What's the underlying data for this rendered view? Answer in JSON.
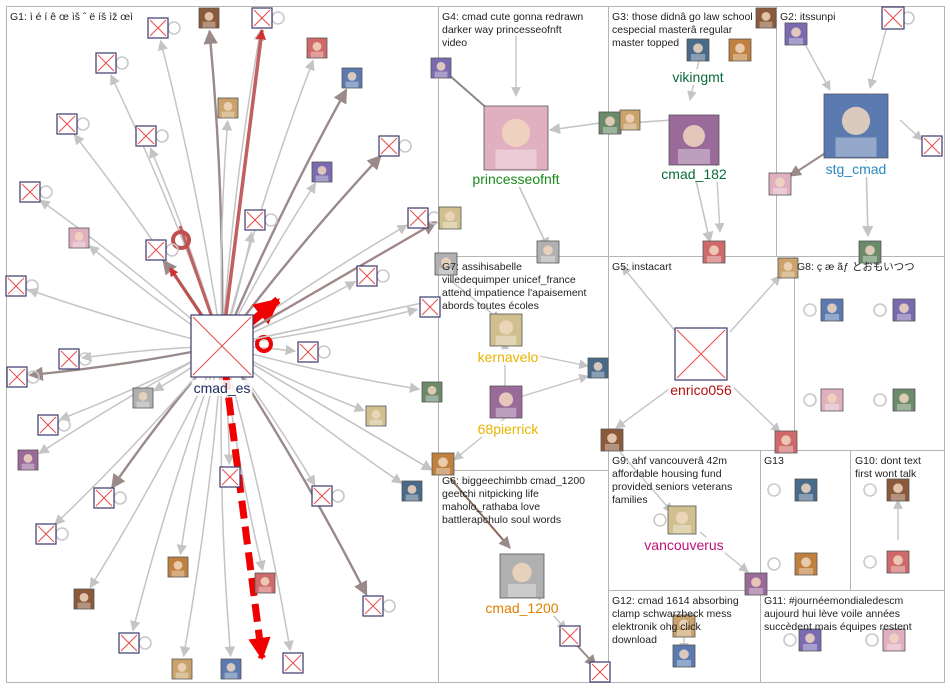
{
  "groups": [
    {
      "id": "G1",
      "title": "G1: ì é í ê œ ìš ˆ ë íš ìž œì"
    },
    {
      "id": "G4",
      "title": [
        "G4: cmad cute gonna redrawn",
        "darker way princesseofnft",
        "video"
      ]
    },
    {
      "id": "G3",
      "title": [
        "G3: those didnâ go law school",
        "cespecial masterâ regular",
        "master topped"
      ]
    },
    {
      "id": "G2",
      "title": "G2: itssunpi"
    },
    {
      "id": "G7",
      "title": [
        "G7: assihisabelle",
        "villedequimper unicef_france",
        "attend impatience l'apaisement",
        "abords toutes écoles"
      ]
    },
    {
      "id": "G5",
      "title": "G5: instacart"
    },
    {
      "id": "G8",
      "title": "G8: ç æ ãƒ とおもいつつ"
    },
    {
      "id": "G6",
      "title": [
        "G6: biggeechimbb cmad_1200",
        "geetchi nitpicking life",
        "maholo_rathaba love",
        "battlerapchulo soul words"
      ]
    },
    {
      "id": "G9",
      "title": [
        "G9: ahf vancouverâ 42m",
        "affordable housing fund",
        "provided seniors veterans",
        "families"
      ]
    },
    {
      "id": "G13",
      "title": "G13"
    },
    {
      "id": "G10",
      "title": [
        "G10: dont text",
        "first wont talk"
      ]
    },
    {
      "id": "G12",
      "title": [
        "G12: cmad 1614 absorbing",
        "clamp schwarzbeck mess",
        "elektronik ohg click",
        "download"
      ]
    },
    {
      "id": "G11",
      "title": [
        "G11: #journéemondialedescm",
        "aujourd hui lève voile années",
        "succèdent mais équipes restent"
      ]
    }
  ],
  "labels": {
    "cmad_es": "cmad_es",
    "princesseofnft": "princesseofnft",
    "vikingmt": "vikingmt",
    "cmad_182": "cmad_182",
    "stg_cmad": "stg_cmad",
    "kernavelo": "kernavelo",
    "pierrick": "68pierrick",
    "enrico056": "enrico056",
    "cmad_1200": "cmad_1200",
    "vancouverus": "vancouverus"
  },
  "colors": {
    "frame": "#b5b5b5",
    "edge": "#c4c4c4",
    "edge_dark": "#9a8a8a",
    "edge_red": "#f00000",
    "node_missing_border": "#3a3a6a",
    "node_missing_cross": "#e84b4b",
    "label_navy": "#1a2a5a",
    "label_green": "#1a8a1a",
    "label_darkgreen": "#0b6a3a",
    "label_blue": "#2a8ac0",
    "label_yellow": "#e8b400",
    "label_red": "#b01010",
    "label_orange": "#e08000",
    "label_magenta": "#c0107a"
  },
  "icons": [
    "missing-image-icon",
    "avatar-icon",
    "self-loop-icon"
  ]
}
